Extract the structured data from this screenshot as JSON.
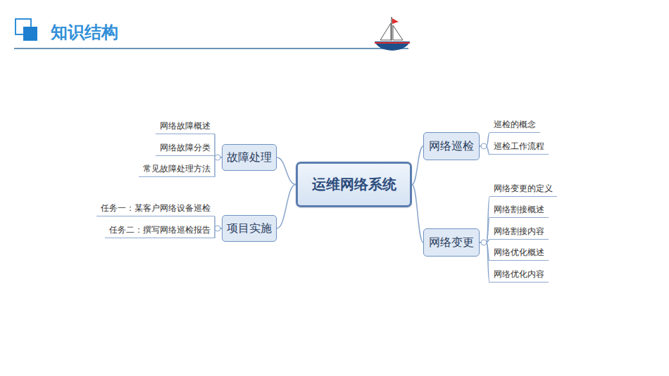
{
  "diagram": {
    "title": "知识结构",
    "nodes": [
      {
        "text": [
          "运维网络系统"
        ]
      },
      {
        "text": [
          "网络巡检"
        ]
      },
      {
        "text": [
          "巡检的概念"
        ]
      },
      {
        "text": [
          "巡检工作流程"
        ]
      },
      {
        "text": [
          "网络变更"
        ]
      },
      {
        "text": [
          "网络变更的定义"
        ]
      },
      {
        "text": [
          "网络割接概述"
        ]
      },
      {
        "text": [
          "网络割接内容"
        ]
      },
      {
        "text": [
          "网络优化概述"
        ]
      },
      {
        "text": [
          "网络优化内容"
        ]
      },
      {
        "text": [
          "故障处理"
        ]
      },
      {
        "text": [
          "网络故障概述"
        ]
      },
      {
        "text": [
          "网络故障分类"
        ]
      },
      {
        "text": [
          "常见故障处理方法"
        ]
      },
      {
        "text": [
          "项目实施"
        ]
      },
      {
        "text": [
          "任务一：某客户网络设备巡检"
        ]
      },
      {
        "text": [
          "任务二：撰写网络巡检报告"
        ]
      }
    ],
    "edges": [
      {
        "from": 0,
        "to": 1,
        "arrow": "none"
      },
      {
        "from": 1,
        "to": 2,
        "arrow": "none"
      },
      {
        "from": 1,
        "to": 3,
        "arrow": "none"
      },
      {
        "from": 0,
        "to": 4,
        "arrow": "none"
      },
      {
        "from": 4,
        "to": 5,
        "arrow": "none"
      },
      {
        "from": 4,
        "to": 6,
        "arrow": "none"
      },
      {
        "from": 4,
        "to": 7,
        "arrow": "none"
      },
      {
        "from": 4,
        "to": 8,
        "arrow": "none"
      },
      {
        "from": 4,
        "to": 9,
        "arrow": "none"
      },
      {
        "from": 0,
        "to": 10,
        "arrow": "none"
      },
      {
        "from": 10,
        "to": 11,
        "arrow": "none"
      },
      {
        "from": 10,
        "to": 12,
        "arrow": "none"
      },
      {
        "from": 10,
        "to": 13,
        "arrow": "none"
      },
      {
        "from": 0,
        "to": 14,
        "arrow": "none"
      },
      {
        "from": 14,
        "to": 15,
        "arrow": "none"
      },
      {
        "from": 14,
        "to": 16,
        "arrow": "none"
      }
    ]
  }
}
